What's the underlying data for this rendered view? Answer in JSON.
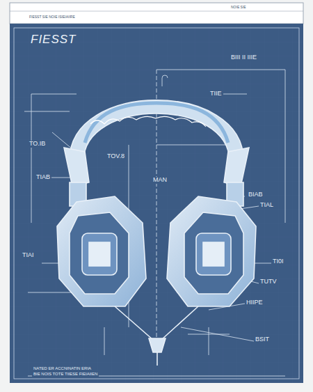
{
  "diagram": {
    "title": "FIESST",
    "labels": [
      "FIESST SIE NOIE ISIEIAIIRE",
      "NOIE SIE",
      "BIII II IIIE",
      "TIIE",
      "TO.IB",
      "TOV.8",
      "MAN",
      "TIAB",
      "BIAB",
      "TIAL",
      "TIAI",
      "TI0I",
      "TUTV",
      "HIIPE",
      "BSIT",
      "NATED ER ACCNINATIN ERIA",
      "BIE NOIS TOTE TIIESE FIEIAIIEN"
    ]
  }
}
